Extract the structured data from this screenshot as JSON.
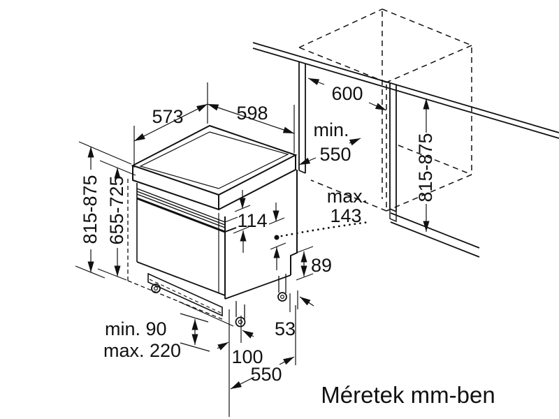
{
  "caption": "Méretek mm-ben",
  "line_color": "#111111",
  "dimensions": {
    "lid_depth": "573",
    "appliance_width": "598",
    "niche_width": "600",
    "niche_depth_prefix": "min.",
    "niche_depth_value": "550",
    "niche_height": "815-875",
    "appliance_height": "815-875",
    "furniture_panel_height": "655-725",
    "control_panel_height": "114",
    "door_point_max_prefix": "max.",
    "door_point_max_value": "143",
    "base_recess_height": "89",
    "foot_side_inset": "53",
    "foot_front_inset": "100",
    "base_depth": "550",
    "plinth_min": "min. 90",
    "plinth_max": "max. 220"
  }
}
